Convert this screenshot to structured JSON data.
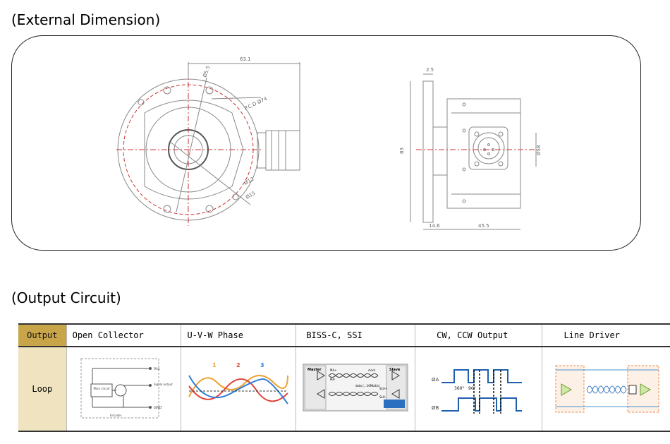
{
  "sections": {
    "external_title": "(External Dimension)",
    "output_title": "(Output Circuit)"
  },
  "dimensions": {
    "d1": "63.1",
    "d2": "Ø5.5",
    "d3": "P.C.D Ø74",
    "d4": "Ø12",
    "d5": "Ø15",
    "d6": "2.5",
    "d7": "83",
    "d8": "Ø58",
    "d9": "14.6",
    "d10": "45.5"
  },
  "table": {
    "output_label": "Output",
    "loop_label": "Loop",
    "columns": [
      "Open Collector",
      "U-V-W Phase",
      "BISS-C, SSI",
      "CW, CCW Output",
      "Line Driver"
    ]
  },
  "circuit_labels": {
    "vcc": "Vcc",
    "signal": "Signal output",
    "gnd": "GND",
    "main": "Main circuit",
    "encoder": "Encoder",
    "phase1": "1",
    "phase2": "2",
    "phase3": "3",
    "master": "Master",
    "slave": "Slave",
    "clock": "clock",
    "data": "data (...10Mbit/s)",
    "ma_plus": "MA+",
    "ma_minus": "MA-",
    "slo_plus": "SLO+",
    "slo_minus": "SLO-",
    "phase_a": "ØA",
    "phase_b": "ØB",
    "deg360": "360°",
    "deg90": "90°"
  },
  "colors": {
    "header_gold": "#c9a54a",
    "loop_beige": "#efe4bf",
    "phase_orange": "#f0a030",
    "phase_red": "#e0443a",
    "phase_blue": "#2f7fd8"
  }
}
